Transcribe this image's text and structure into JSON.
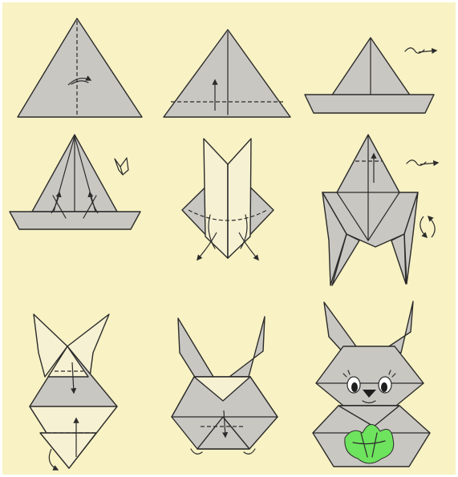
{
  "colors": {
    "background": "#f8f2c4",
    "frame": "#ffffff",
    "paper": "#c9c7c2",
    "outline": "#2b2b2b",
    "leaf": "#6ee35d"
  },
  "steps": [
    {
      "order": 1,
      "icon": "rotate-arrow-icon"
    },
    {
      "order": 2,
      "icon": "fold-up-arrow-icon"
    },
    {
      "order": 3,
      "icon": "flip-over-icon"
    },
    {
      "order": 4,
      "icon": "squash-fold-icon"
    },
    {
      "order": 5,
      "icon": "fold-out-arrows-icon"
    },
    {
      "order": 6,
      "icon": "flip-and-rotate-icon"
    },
    {
      "order": 7,
      "icon": "fold-arrows-icon"
    },
    {
      "order": 8,
      "icon": "fold-arrow-icon"
    },
    {
      "order": 9,
      "icon": "finished-rabbit-icon"
    }
  ]
}
